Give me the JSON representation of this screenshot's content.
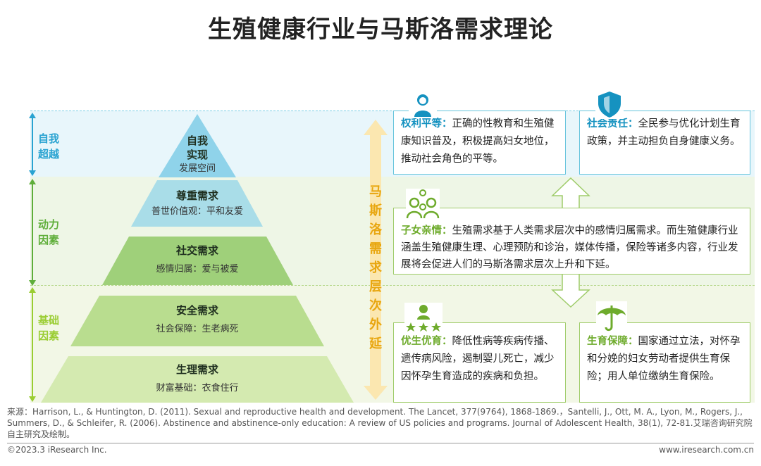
{
  "title": "生殖健康行业与马斯洛需求理论",
  "categories": [
    {
      "label_line1": "自我",
      "label_line2": "超越",
      "color": "#29a3d1"
    },
    {
      "label_line1": "动力",
      "label_line2": "因素",
      "color": "#5fae3a"
    },
    {
      "label_line1": "基础",
      "label_line2": "因素",
      "color": "#9acd32"
    }
  ],
  "pyramid": [
    {
      "title_line1": "自我",
      "title_line2": "实现",
      "subtitle": "发展空间",
      "color": "#8fd3ea"
    },
    {
      "title": "尊重需求",
      "subtitle": "普世价值观：平和友爱",
      "color": "#a9dde8"
    },
    {
      "title": "社交需求",
      "subtitle": "感情归属：爱与被爱",
      "color": "#9fd07a"
    },
    {
      "title": "安全需求",
      "subtitle": "社会保障：生老病死",
      "color": "#b9dd8f"
    },
    {
      "title": "生理需求",
      "subtitle": "财富基础：衣食住行",
      "color": "#d4eab0"
    }
  ],
  "vertical_text": [
    "马",
    "斯",
    "洛",
    "需",
    "求",
    "层",
    "次",
    "外",
    "延"
  ],
  "cards": {
    "rights": {
      "title": "权利平等：",
      "body": "正确的性教育和生殖健康知识普及，积极提高妇女地位，推动社会角色的平等。",
      "icon": "woman-icon"
    },
    "social": {
      "title": "社会责任：",
      "body": "全民参与优化计划生育政策，并主动担负自身健康义务。",
      "icon": "shield-icon"
    },
    "family": {
      "title": "子女亲情：",
      "body": "生殖需求基于人类需求层次中的感情归属需求。而生殖健康行业涵盖生殖健康生理、心理预防和诊治，媒体传播，保险等诸多内容，行业发展将会促进人们的马斯洛需求层次上升和下延。",
      "icon": "family-icon"
    },
    "eugenics": {
      "title": "优生优育：",
      "body": "降低性病等疾病传播、遗传病风险，遏制婴儿死亡，减少因怀孕生育造成的疾病和负担。",
      "icon": "baby-stars-icon"
    },
    "insurance": {
      "title": "生育保障：",
      "body": "国家通过立法，对怀孕和分娩的妇女劳动者提供生育保险；用人单位缴纳生育保险。",
      "icon": "umbrella-icon"
    }
  },
  "source": "来源：Harrison, L., & Huntington, D. (2011). Sexual and reproductive health and development. The Lancet, 377(9764), 1868-1869.，Santelli, J., Ott, M. A., Lyon, M., Rogers, J., Summers, D., & Schleifer, R. (2006). Abstinence and abstinence-only education: A review of US policies and programs. Journal of Adolescent Health, 38(1), 72-81.艾瑞咨询研究院自主研究及绘制。",
  "copyright": "©2023.3 iResearch Inc.",
  "website": "www.iresearch.com.cn"
}
